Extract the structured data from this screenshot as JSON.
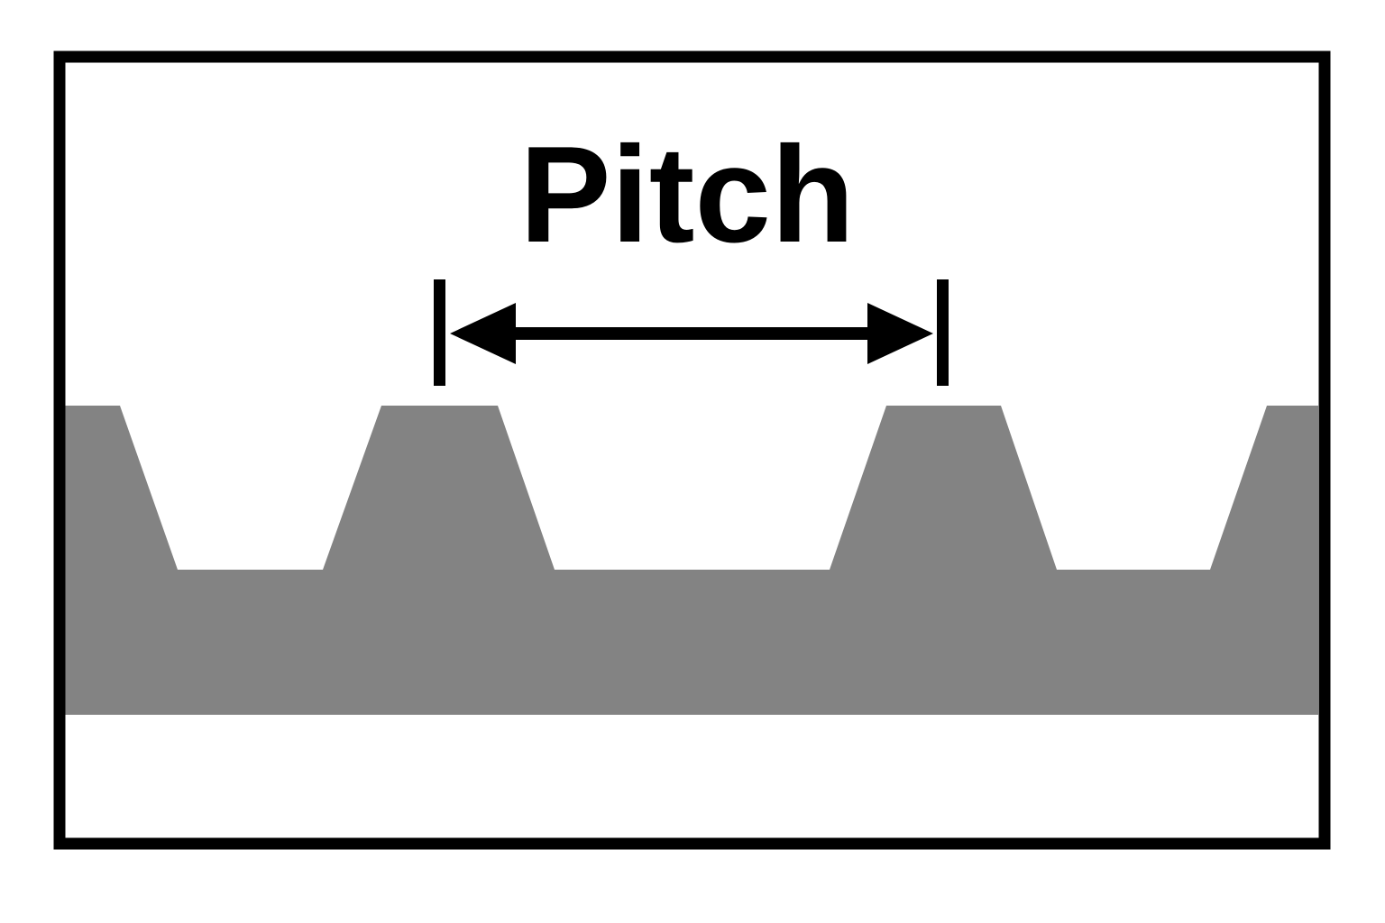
{
  "diagram": {
    "type": "technical-diagram-thread-pitch",
    "label": "Pitch",
    "description_visible": {
      "full_teeth_visible": 2,
      "partial_teeth_visible": 2,
      "dimension_arrow": "double-headed horizontal arrow between tick marks centered on adjacent tooth tops"
    },
    "colors": {
      "background": "#ffffff",
      "frame": "#000000",
      "profile_fill": "#838383",
      "annotation": "#000000",
      "text": "#000000"
    }
  }
}
